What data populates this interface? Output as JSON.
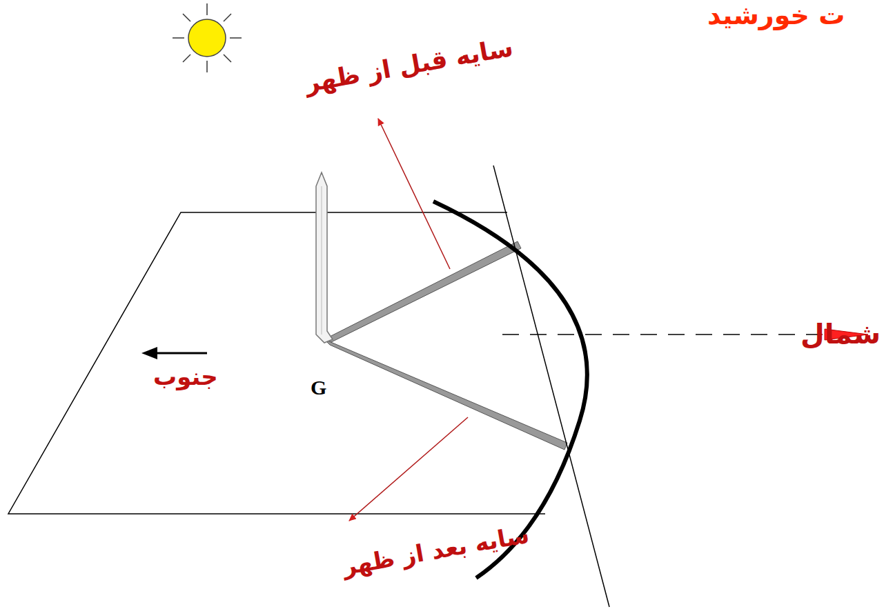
{
  "diagram": {
    "labels": [
      "ت خورشید",
      "سایه قبل از ظهر",
      "شمال",
      "جنوب",
      "G",
      "سایه بعد از ظهر"
    ]
  }
}
